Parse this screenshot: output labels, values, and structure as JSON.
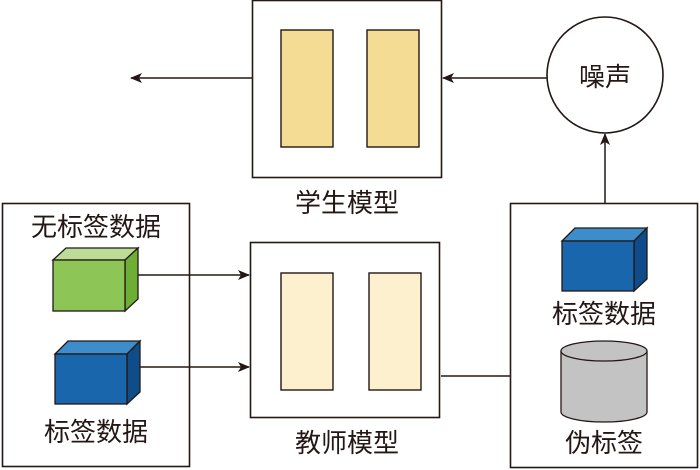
{
  "labels": {
    "student_model": "学生模型",
    "teacher_model": "教师模型",
    "noise": "噪声",
    "unlabeled_data": "无标签数据",
    "labeled_data_left": "标签数据",
    "labeled_data_right": "标签数据",
    "pseudo_label": "伪标签"
  },
  "colors": {
    "student_layer_fill": "#f5dc95",
    "teacher_layer_fill": "#fdf0cf",
    "green_cube_front": "#8dc556",
    "green_cube_top": "#bddc98",
    "green_cube_side": "#6fae35",
    "blue_cube_front": "#1a66ad",
    "blue_cube_top": "#3d8dcb",
    "blue_cube_side": "#0f4c8a",
    "cylinder_fill": "#c3c3c3",
    "stroke": "#231815"
  }
}
